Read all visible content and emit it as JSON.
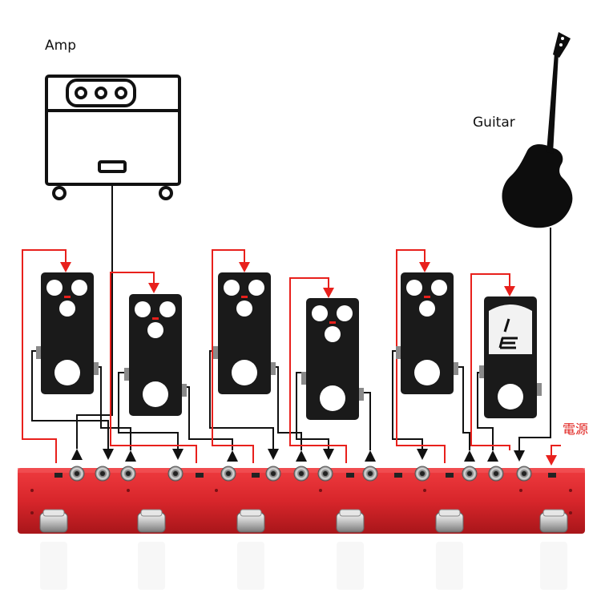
{
  "labels": {
    "amp": "Amp",
    "guitar": "Guitar",
    "power": "電源"
  },
  "colors": {
    "signal_wire": "#111111",
    "send_wire": "#e8201c",
    "switcher_body": "#d8262b",
    "pedal_body": "#1a1a1a",
    "knob": "#ffffff",
    "led": "#e8201c"
  },
  "icons": {
    "amp": "amp-icon",
    "guitar": "electric-guitar-icon",
    "tuner_display": "tuner-display-icon",
    "footswitch": "footswitch-icon",
    "jack": "jack-icon"
  },
  "devices": {
    "effect_pedal_count": 5,
    "tuner_pedal_count": 1,
    "switcher_footswitch_count": 6
  }
}
